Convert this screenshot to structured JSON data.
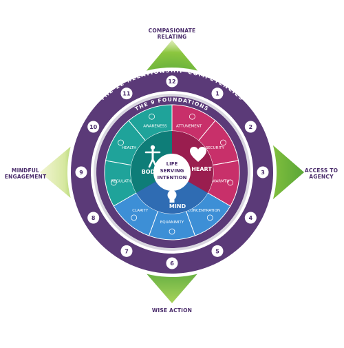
{
  "corners": {
    "top_line1": "COMPASIONATE",
    "top_line2": "RELATING",
    "left_line1": "MINDFUL",
    "left_line2": "ENGAGEMENT",
    "right_line1": "ACCESS TO",
    "right_line2": "AGENCY",
    "bottom": "WISE ACTION"
  },
  "outer_ring": {
    "title": "THE 12 RELATIONSHIP COMPETENCIES",
    "numbers": [
      "12",
      "1",
      "2",
      "3",
      "4",
      "5",
      "6",
      "7",
      "8",
      "9",
      "10",
      "11"
    ]
  },
  "inner_ring": {
    "title": "THE 9 FOUNDATIONS"
  },
  "foundations": {
    "awareness": "AWARENESS",
    "attunement": "ATTUNEMENT",
    "security": "SECURITY",
    "warmth": "WARMTH",
    "concentration": "CONCENTRATION",
    "equanimity": "EQUANIMITY",
    "clarity": "CLARITY",
    "regulation": "REGULATION",
    "health": "HEALTH"
  },
  "domains": {
    "body": "BODY",
    "heart": "HEART",
    "mind": "MIND"
  },
  "center": {
    "line1": "LIFE",
    "line2": "SERVING",
    "line3": "INTENTION"
  },
  "colors": {
    "purple_dark": "#4a2c6b",
    "purple_ring": "#5b3a78",
    "teal": "#1fa39a",
    "teal_dark": "#0e7d78",
    "magenta": "#c8306a",
    "magenta_dark": "#9a1e4f",
    "blue": "#3d8fd6",
    "blue_dark": "#2f6cb3",
    "green": "#7cbf3a"
  }
}
